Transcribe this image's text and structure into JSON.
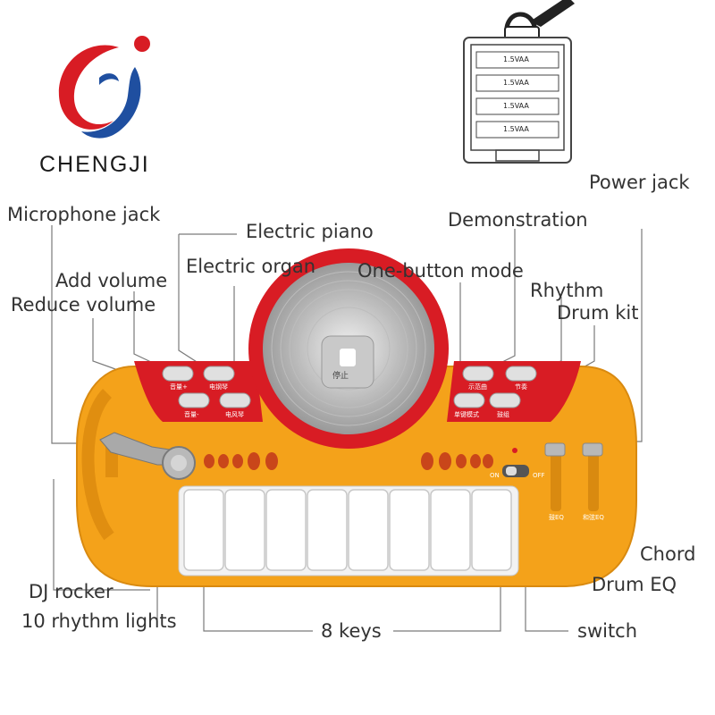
{
  "brand": {
    "name": "CHENGJI"
  },
  "battery": {
    "cell_label": "1.5VAA"
  },
  "labels": {
    "power_jack": "Power jack",
    "microphone_jack": "Microphone jack",
    "electric_piano": "Electric piano",
    "demonstration": "Demonstration",
    "electric_organ": "Electric organ",
    "one_button_mode": "One-button mode",
    "add_volume": "Add volume",
    "rhythm": "Rhythm",
    "reduce_volume": "Reduce volume",
    "drum_kit": "Drum kit",
    "chord": "Chord",
    "drum_eq": "Drum EQ",
    "dj_rocker": "DJ rocker",
    "rhythm_lights": "10 rhythm lights",
    "keys": "8 keys",
    "switch": "switch"
  },
  "toy": {
    "stop": "停止",
    "vol_up": "音量+",
    "vol_down": "音量-",
    "piano": "电钢琴",
    "organ": "电风琴",
    "demo": "示范曲",
    "rhythm": "节奏",
    "one_key": "单键模式",
    "drum": "鼓组",
    "on": "ON",
    "off": "OFF",
    "drum_eq": "鼓EQ",
    "chord_eq": "和弦EQ"
  },
  "colors": {
    "orange": "#f4a21a",
    "red": "#d81c24",
    "label_text": "#333333",
    "leader": "#7a7a7a"
  }
}
